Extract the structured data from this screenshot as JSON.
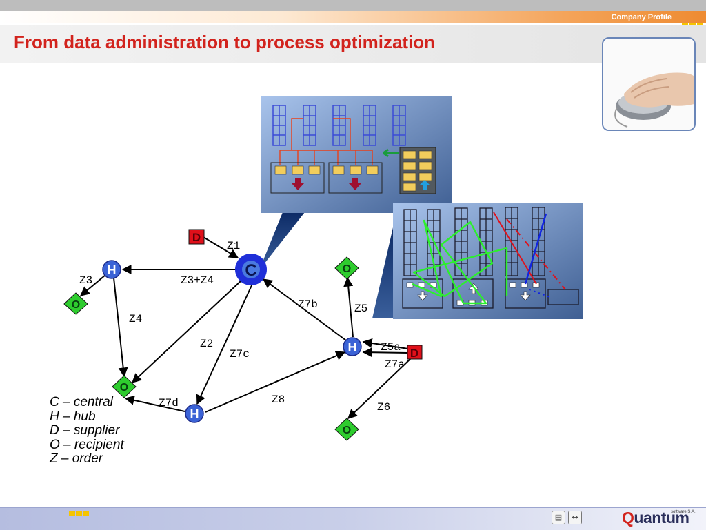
{
  "header": {
    "company_profile": "Company Profile",
    "title": "From data administration to process optimization"
  },
  "nodes": {
    "central": "C",
    "hub": "H",
    "supplier": "D",
    "recipient": "O"
  },
  "edges": {
    "z1": "Z1",
    "z3z4": "Z3+Z4",
    "z3": "Z3",
    "z4": "Z4",
    "z2": "Z2",
    "z7c": "Z7c",
    "z7b": "Z7b",
    "z5": "Z5",
    "z5a": "Z5a",
    "z7a": "Z7a",
    "z7d": "Z7d",
    "z8": "Z8",
    "z6": "Z6"
  },
  "legend": [
    {
      "key": "C",
      "sep": " – ",
      "desc": "central"
    },
    {
      "key": "H",
      "sep": " – ",
      "desc": "hub"
    },
    {
      "key": "D",
      "sep": " – ",
      "desc": "supplier"
    },
    {
      "key": "O",
      "sep": " – ",
      "desc": "recipient"
    },
    {
      "key": "Z",
      "sep": " – ",
      "desc": "order"
    }
  ],
  "footer": {
    "logo_q": "Q",
    "logo_rest": "uantum",
    "logo_sub": "software S.A."
  },
  "colors": {
    "title_red": "#d2231d",
    "node_blue": "#3b63d6",
    "node_red": "#e0101a",
    "node_green": "#2ecc2e",
    "inset_bg": "#5d7fb5"
  },
  "icons": [
    "document-nav-icon",
    "swap-nav-icon",
    "hand-on-mouse-photo"
  ]
}
